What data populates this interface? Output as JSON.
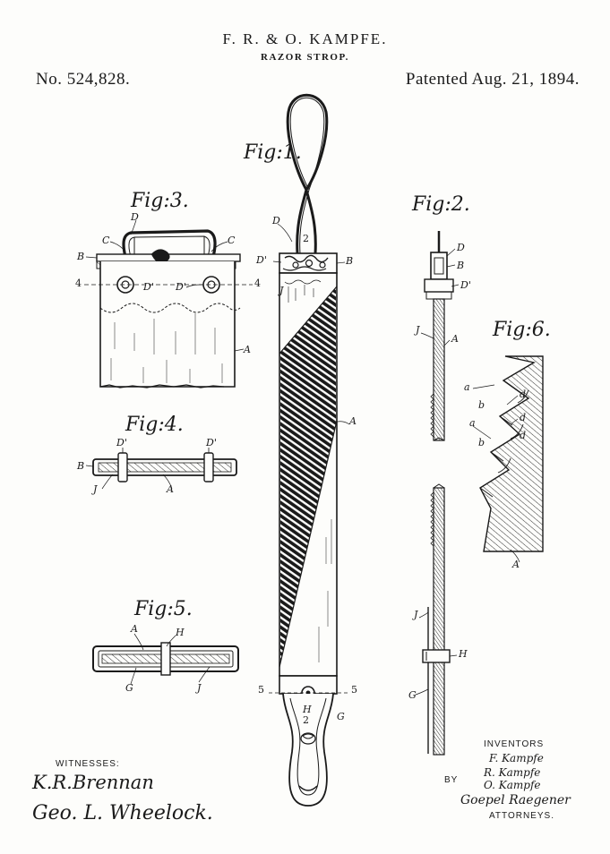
{
  "header": {
    "inventors": "F. R. & O. KAMPFE.",
    "title": "RAZOR STROP.",
    "patent_no": "No. 524,828.",
    "patented": "Patented Aug. 21, 1894."
  },
  "figures": {
    "fig1": "Fig:1.",
    "fig2": "Fig:2.",
    "fig3": "Fig:3.",
    "fig4": "Fig:4.",
    "fig5": "Fig:5.",
    "fig6": "Fig:6."
  },
  "labels": {
    "A": "A",
    "B": "B",
    "C": "C",
    "D": "D",
    "D1": "D'",
    "G": "G",
    "H": "H",
    "J": "J",
    "a": "a",
    "b": "b",
    "d": "d",
    "n2": "2",
    "n4": "4",
    "n5": "5"
  },
  "footer": {
    "witnesses_label": "WITNESSES:",
    "witness1": "K.R.Brennan",
    "witness2": "Geo. L. Wheelock.",
    "inventors_label": "INVENTORS",
    "inventor1": "F. Kampfe",
    "inventor2": "R. Kampfe",
    "inventor3": "O. Kampfe",
    "by": "BY",
    "attorney_sig": "Goepel Raegener",
    "attorneys_label": "ATTORNEYS."
  },
  "colors": {
    "ink": "#1a1a1a",
    "paper": "#fdfdfb"
  }
}
